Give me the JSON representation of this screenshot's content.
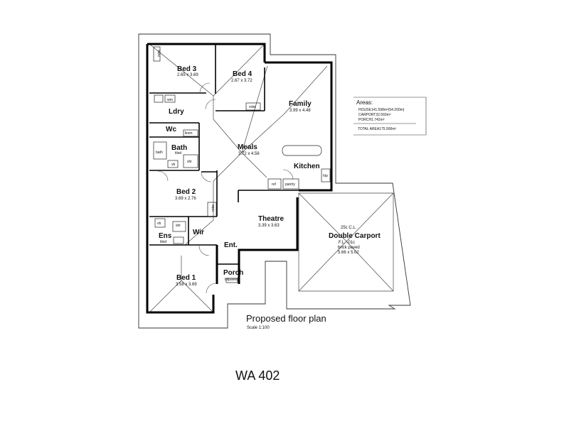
{
  "plan": {
    "title": "Proposed floor plan",
    "scale": "Scale 1:100",
    "code": "WA 402"
  },
  "areas": {
    "heading": "Areas:",
    "house": "HOUSE141.598m²(54.200m)",
    "carport": "CARPORT32.560m²",
    "porch": "PORCH1.742m²",
    "total": "TOTAL AREA175.900m²"
  },
  "rooms": {
    "bed3": {
      "name": "Bed 3",
      "dim": "2.65 x 3.69"
    },
    "bed4": {
      "name": "Bed 4",
      "dim": "2.67 x 3.72"
    },
    "family": {
      "name": "Family",
      "dim": "3.99 x 4.48"
    },
    "ldry": {
      "name": "Ldry"
    },
    "wc": {
      "name": "Wc"
    },
    "bath": {
      "name": "Bath"
    },
    "meals": {
      "name": "Meals",
      "dim": "3.72 x 4.56"
    },
    "kitchen": {
      "name": "Kitchen"
    },
    "bed2": {
      "name": "Bed 2",
      "dim": "3.69 x 2.76"
    },
    "theatre": {
      "name": "Theatre",
      "dim": "3.39 x 3.63"
    },
    "carport": {
      "name": "Double Carport",
      "notes": [
        "25c C.L.",
        "F.L. -01c",
        "brick paved",
        "5.66 x 5.02"
      ]
    },
    "ens": {
      "name": "Ens"
    },
    "wir": {
      "name": "Wir"
    },
    "ent": {
      "name": "Ent."
    },
    "porch": {
      "name": "Porch",
      "note": "bitpaved"
    },
    "bed1": {
      "name": "Bed 1",
      "dim": "3.58 x 3.69"
    }
  },
  "fixtures": {
    "robe": "robe",
    "wm": "wm",
    "linen": "linen",
    "tiled": "tiled",
    "shr": "shr",
    "bath": "bath",
    "ref": "ref",
    "pantry": "pantry",
    "hp": "h/p",
    "vb": "vb"
  }
}
